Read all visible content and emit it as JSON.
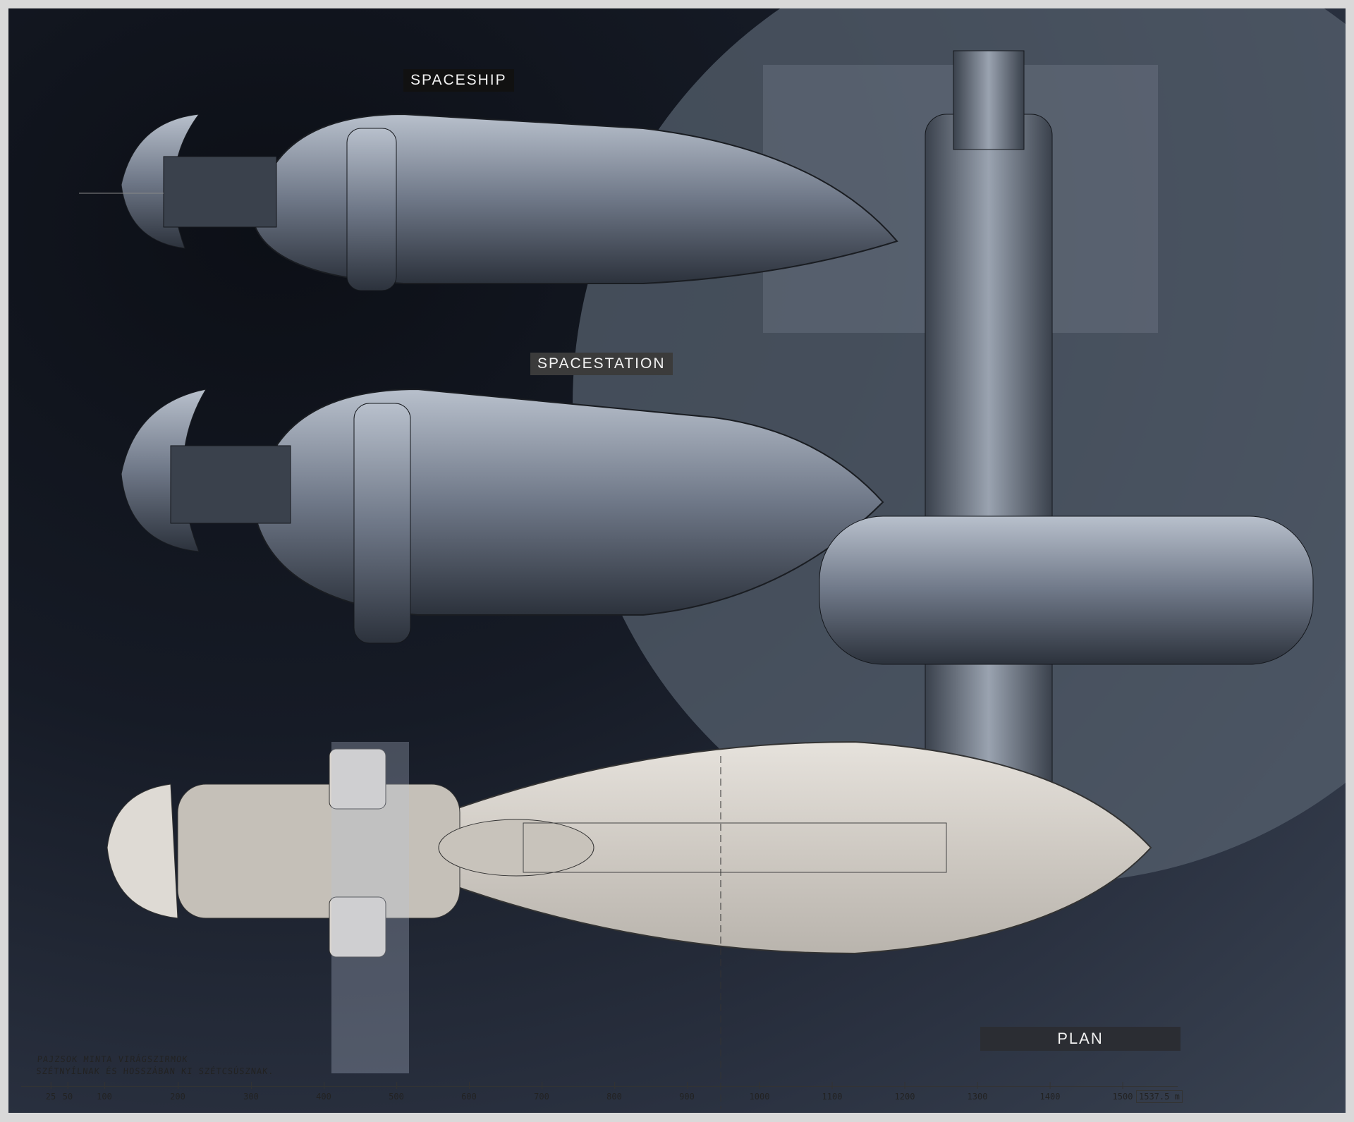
{
  "labels": {
    "spaceship": "SPACESHIP",
    "spacestation": "SPACESTATION",
    "plan": "PLAN"
  },
  "note": [
    "PAJZSOK MINTA VIRÁGSZIRMOK",
    "SZÉTNYÍLNAK ÉS HOSSZÁBAN KI SZÉTCSÚSZNAK."
  ],
  "scale": {
    "ticks": [
      "25",
      "50",
      "100",
      "200",
      "300",
      "400",
      "500",
      "600",
      "700",
      "800",
      "900",
      "1000",
      "1100",
      "1200",
      "1300",
      "1400",
      "1500"
    ],
    "total": "1537.5 m"
  },
  "colors": {
    "frame": "#d9d9d9",
    "space": "#161b26",
    "planet": "#56606e",
    "hull": "#7d8594",
    "plan_hull": "#d8d4ce"
  }
}
